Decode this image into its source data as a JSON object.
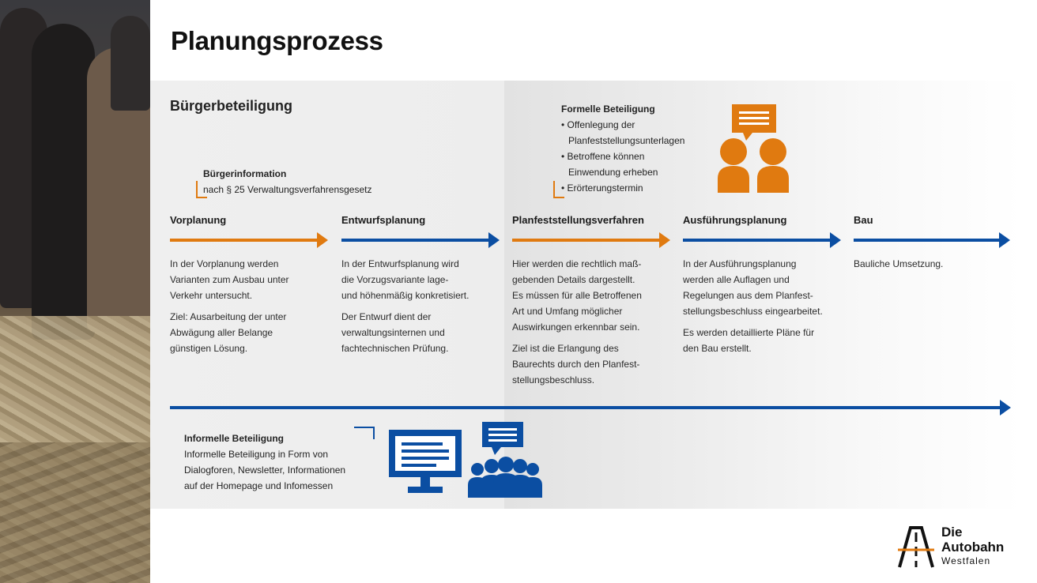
{
  "title": "Planungsprozess",
  "section_title": "Bürgerbeteiligung",
  "buergerinformation": {
    "heading": "Bürgerinformation",
    "text": "nach § 25 Verwaltungsverfahrensgesetz"
  },
  "formelle_beteiligung": {
    "heading": "Formelle Beteiligung",
    "items": [
      "• Offenlegung der",
      "Planfeststellungsunterlagen",
      "• Betroffene können",
      "Einwendung erheben",
      "• Erörterungstermin"
    ]
  },
  "phases": [
    {
      "label": "Vorplanung",
      "color": "#e07a10",
      "paragraphs": [
        [
          "In der Vorplanung werden",
          "Varianten zum Ausbau unter",
          "Verkehr untersucht."
        ],
        [
          "Ziel: Ausarbeitung der unter",
          "Abwägung aller Belange",
          "günstigen Lösung."
        ]
      ]
    },
    {
      "label": "Entwurfsplanung",
      "color": "#0b4ea2",
      "paragraphs": [
        [
          "In der Entwurfsplanung wird",
          "die Vorzugsvariante lage-",
          "und höhenmäßig konkretisiert."
        ],
        [
          "Der Entwurf dient der",
          "verwaltungsinternen und",
          "fachtechnischen Prüfung."
        ]
      ]
    },
    {
      "label": "Planfeststellungsverfahren",
      "color": "#e07a10",
      "paragraphs": [
        [
          "Hier werden die rechtlich maß-",
          "gebenden Details dargestellt.",
          "Es müssen für alle Betroffenen",
          "Art und Umfang möglicher",
          "Auswirkungen erkennbar sein."
        ],
        [
          "Ziel ist die Erlangung des",
          "Baurechts durch den Planfest-",
          "stellungsbeschluss."
        ]
      ]
    },
    {
      "label": "Ausführungsplanung",
      "color": "#0b4ea2",
      "paragraphs": [
        [
          "In der Ausführungsplanung",
          "werden alle Auflagen und",
          "Regelungen aus dem Planfest-",
          "stellungsbeschluss eingearbeitet."
        ],
        [
          "Es werden detaillierte Pläne für",
          "den Bau erstellt."
        ]
      ]
    },
    {
      "label": "Bau",
      "color": "#0b4ea2",
      "paragraphs": [
        [
          "Bauliche Umsetzung."
        ]
      ]
    }
  ],
  "informelle_beteiligung": {
    "heading": "Informelle Beteiligung",
    "lines": [
      "Informelle Beteiligung in Form von",
      "Dialogforen, Newsletter, Informationen",
      "auf der Homepage und Infomessen"
    ]
  },
  "logo": {
    "line1": "Die",
    "line2": "Autobahn",
    "line3": "Westfalen"
  },
  "colors": {
    "orange": "#e07a10",
    "blue": "#0b4ea2"
  }
}
